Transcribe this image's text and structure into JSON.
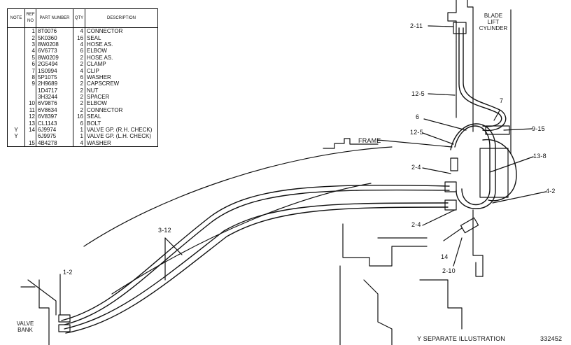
{
  "table": {
    "headers": {
      "note": "NOTE",
      "ref": "REF NO",
      "part": "PART NUMBER",
      "qty": "QTY",
      "desc": "DESCRIPTION"
    },
    "rows": [
      {
        "note": "",
        "ref": "1",
        "part": "8T0076",
        "qty": "4",
        "desc": "CONNECTOR"
      },
      {
        "note": "",
        "ref": "2",
        "part": "5K0360",
        "qty": "16",
        "desc": "SEAL"
      },
      {
        "note": "",
        "ref": "3",
        "part": "8W0208",
        "qty": "4",
        "desc": "HOSE AS."
      },
      {
        "note": "",
        "ref": "4",
        "part": "6V6773",
        "qty": "6",
        "desc": "ELBOW"
      },
      {
        "note": "",
        "ref": "5",
        "part": "8W0209",
        "qty": "2",
        "desc": "HOSE AS."
      },
      {
        "note": "",
        "ref": "6",
        "part": "2G5494",
        "qty": "2",
        "desc": "CLAMP"
      },
      {
        "note": "",
        "ref": "7",
        "part": "1S0994",
        "qty": "4",
        "desc": "CLIP"
      },
      {
        "note": "",
        "ref": "8",
        "part": "5P1075",
        "qty": "6",
        "desc": "WASHER"
      },
      {
        "note": "",
        "ref": "9",
        "part": "2H9689",
        "qty": "2",
        "desc": "CAPSCREW"
      },
      {
        "note": "",
        "ref": "",
        "part": "1D4717",
        "qty": "2",
        "desc": "NUT"
      },
      {
        "note": "",
        "ref": "",
        "part": "3H3244",
        "qty": "2",
        "desc": "SPACER"
      },
      {
        "note": "",
        "ref": "10",
        "part": "6V9876",
        "qty": "2",
        "desc": "ELBOW"
      },
      {
        "note": "",
        "ref": "11",
        "part": "6V8634",
        "qty": "2",
        "desc": "CONNECTOR"
      },
      {
        "note": "",
        "ref": "12",
        "part": "6V8397",
        "qty": "16",
        "desc": "SEAL"
      },
      {
        "note": "",
        "ref": "13",
        "part": "CL1143",
        "qty": "6",
        "desc": "BOLT"
      },
      {
        "note": "Y",
        "ref": "14",
        "part": "6J9974",
        "qty": "1",
        "desc": "VALVE GP. (R.H. CHECK)"
      },
      {
        "note": "Y",
        "ref": "",
        "part": "6J9975",
        "qty": "1",
        "desc": "VALVE GP. (L.H. CHECK)"
      },
      {
        "note": "",
        "ref": "15",
        "part": "4B4278",
        "qty": "4",
        "desc": "WASHER"
      }
    ]
  },
  "callouts": {
    "c_2_11": "2-11",
    "blade_1": "BLADE",
    "blade_2": "LIFT",
    "blade_3": "CYLINDER",
    "c_12_5_top": "12-5",
    "c_7": "7",
    "c_6": "6",
    "c_9_15": "9-15",
    "c_12_5_mid": "12-5",
    "frame": "FRAME",
    "c_13_8": "13-8",
    "c_2_4_top": "2-4",
    "c_4_2": "4-2",
    "c_2_4_bot": "2-4",
    "c_14": "14",
    "c_2_10": "2-10",
    "c_3_12": "3-12",
    "c_1_2": "1-2",
    "valve_1": "VALVE",
    "valve_2": "BANK"
  },
  "footer": {
    "separate": "Y   SEPARATE ILLUSTRATION",
    "figure_number": "332452"
  }
}
